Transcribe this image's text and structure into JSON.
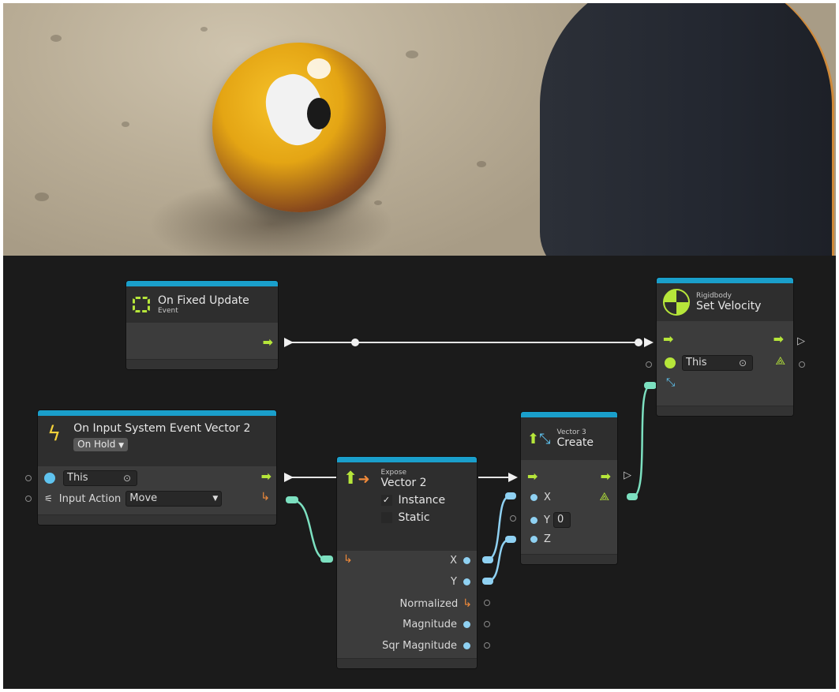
{
  "nodes": {
    "on_fixed_update": {
      "title": "On Fixed Update",
      "subtitle": "Event"
    },
    "set_velocity": {
      "subtitle": "Rigidbody",
      "title": "Set Velocity",
      "target": "This"
    },
    "on_input": {
      "title": "On Input System Event Vector 2",
      "mode": "On Hold",
      "target": "This",
      "action_label": "Input Action",
      "action_value": "Move"
    },
    "expose": {
      "subtitle": "Expose",
      "title": "Vector 2",
      "instance_label": "Instance",
      "static_label": "Static",
      "outputs": [
        "X",
        "Y",
        "Normalized",
        "Magnitude",
        "Sqr Magnitude"
      ]
    },
    "vector3": {
      "subtitle": "Vector 3",
      "title": "Create",
      "inputs": [
        "X",
        "Y",
        "Z"
      ],
      "y_value": "0"
    }
  },
  "colors": {
    "header_bar": "#1a9fcb",
    "flow_arrow": "#b6e63a",
    "value_port": "#8fd1f2",
    "connection": "#7ce0c0"
  }
}
